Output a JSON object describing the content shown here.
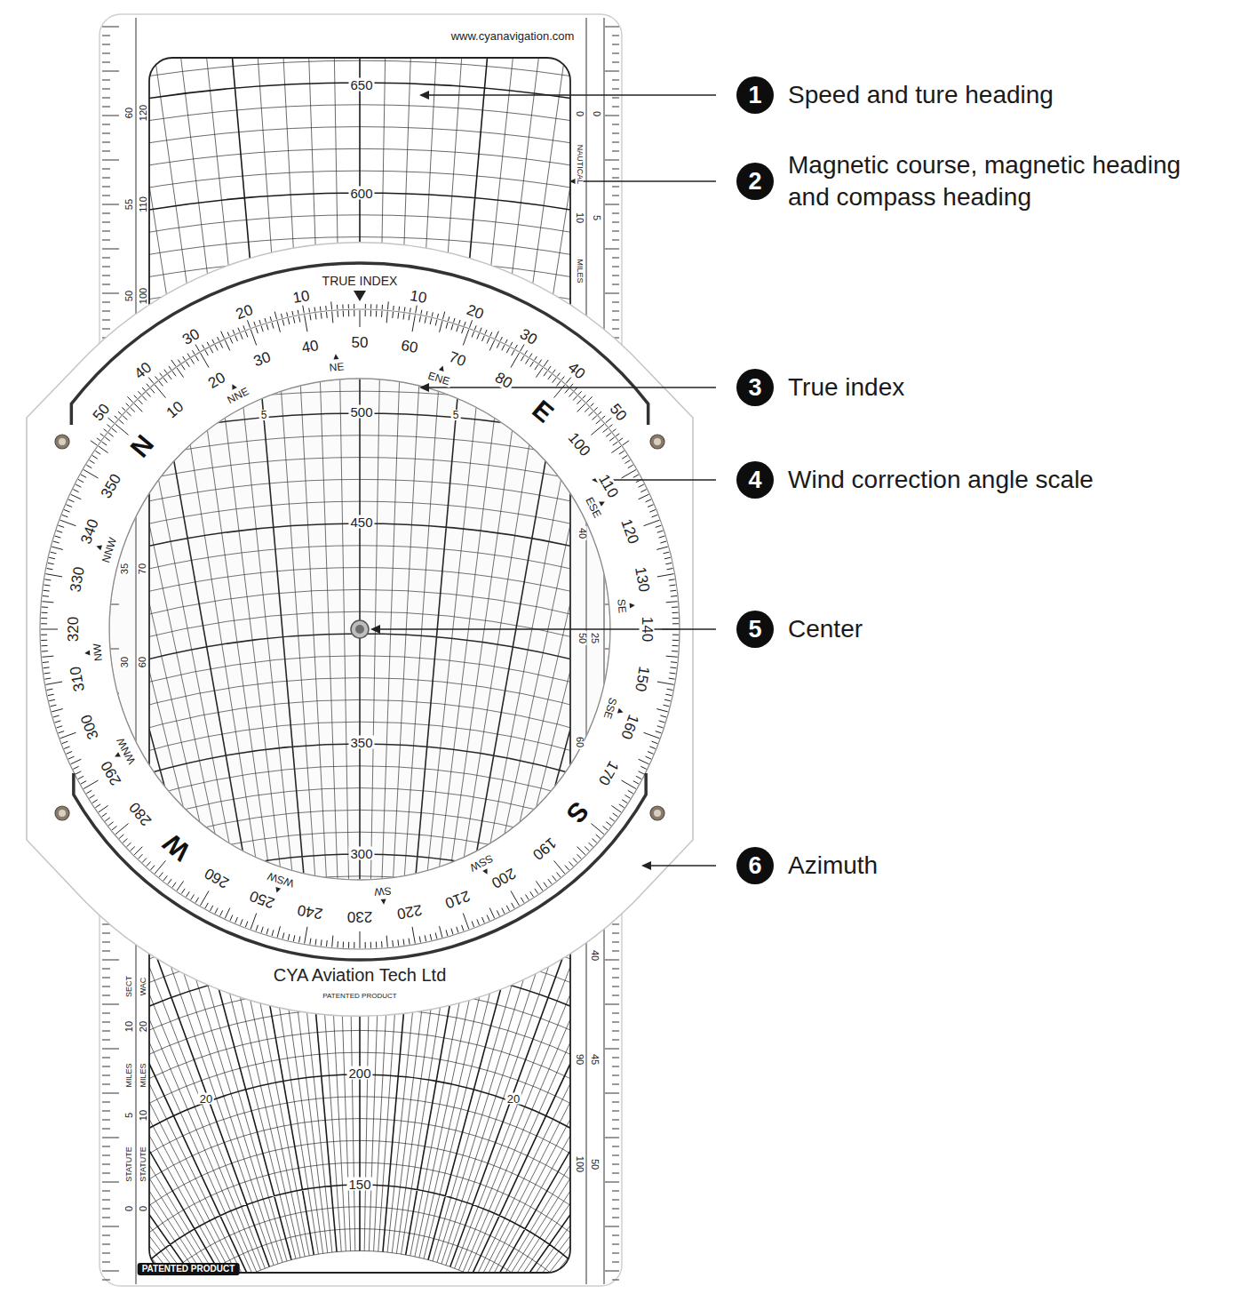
{
  "diagram": {
    "nodes": [
      {
        "text": [
          "1",
          "Speed and ture heading"
        ]
      },
      {
        "text": [
          "2",
          "Magnetic course, magnetic heading and compass heading"
        ]
      },
      {
        "text": [
          "3",
          "True index"
        ]
      },
      {
        "text": [
          "4",
          "Wind correction angle scale"
        ]
      },
      {
        "text": [
          "5",
          "Center"
        ]
      },
      {
        "text": [
          "6",
          "Azimuth"
        ]
      }
    ],
    "labels": [
      "www.cyanavigation.com",
      "60",
      "120",
      "55",
      "110",
      "50",
      "100",
      "0",
      "0",
      "NAUTICAL",
      "10",
      "5",
      "MILES",
      "650",
      "600",
      "50",
      "40",
      "30",
      "20",
      "10",
      "TRUE INDEX",
      "10",
      "20",
      "30",
      "40",
      "50",
      "10",
      "20",
      "30",
      "40",
      "50",
      "60",
      "70",
      "80",
      "E",
      "100",
      "110",
      "120",
      "130",
      "140",
      "150",
      "160",
      "170",
      "S",
      "190",
      "200",
      "210",
      "220",
      "230",
      "240",
      "250",
      "260",
      "W",
      "280",
      "290",
      "300",
      "310",
      "320",
      "330",
      "340",
      "350",
      "N",
      "NNE",
      "NE",
      "ENE",
      "ESE",
      "SE",
      "SSE",
      "SSW",
      "SW",
      "WSW",
      "WNW",
      "NW",
      "NNW",
      "5",
      "500",
      "5",
      "450",
      "350",
      "300",
      "35",
      "70",
      "30",
      "60",
      "40",
      "50",
      "25",
      "60",
      "CYA Aviation Tech Ltd",
      "PATENTED PRODUCT",
      "SECT",
      "WAC",
      "10",
      "20",
      "MILES",
      "MILES",
      "5",
      "10",
      "STATUTE",
      "STATUTE",
      "0",
      "0",
      "40",
      "90",
      "45",
      "100",
      "50",
      "200",
      "20",
      "20",
      "150",
      "PATENTED PRODUCT"
    ]
  }
}
